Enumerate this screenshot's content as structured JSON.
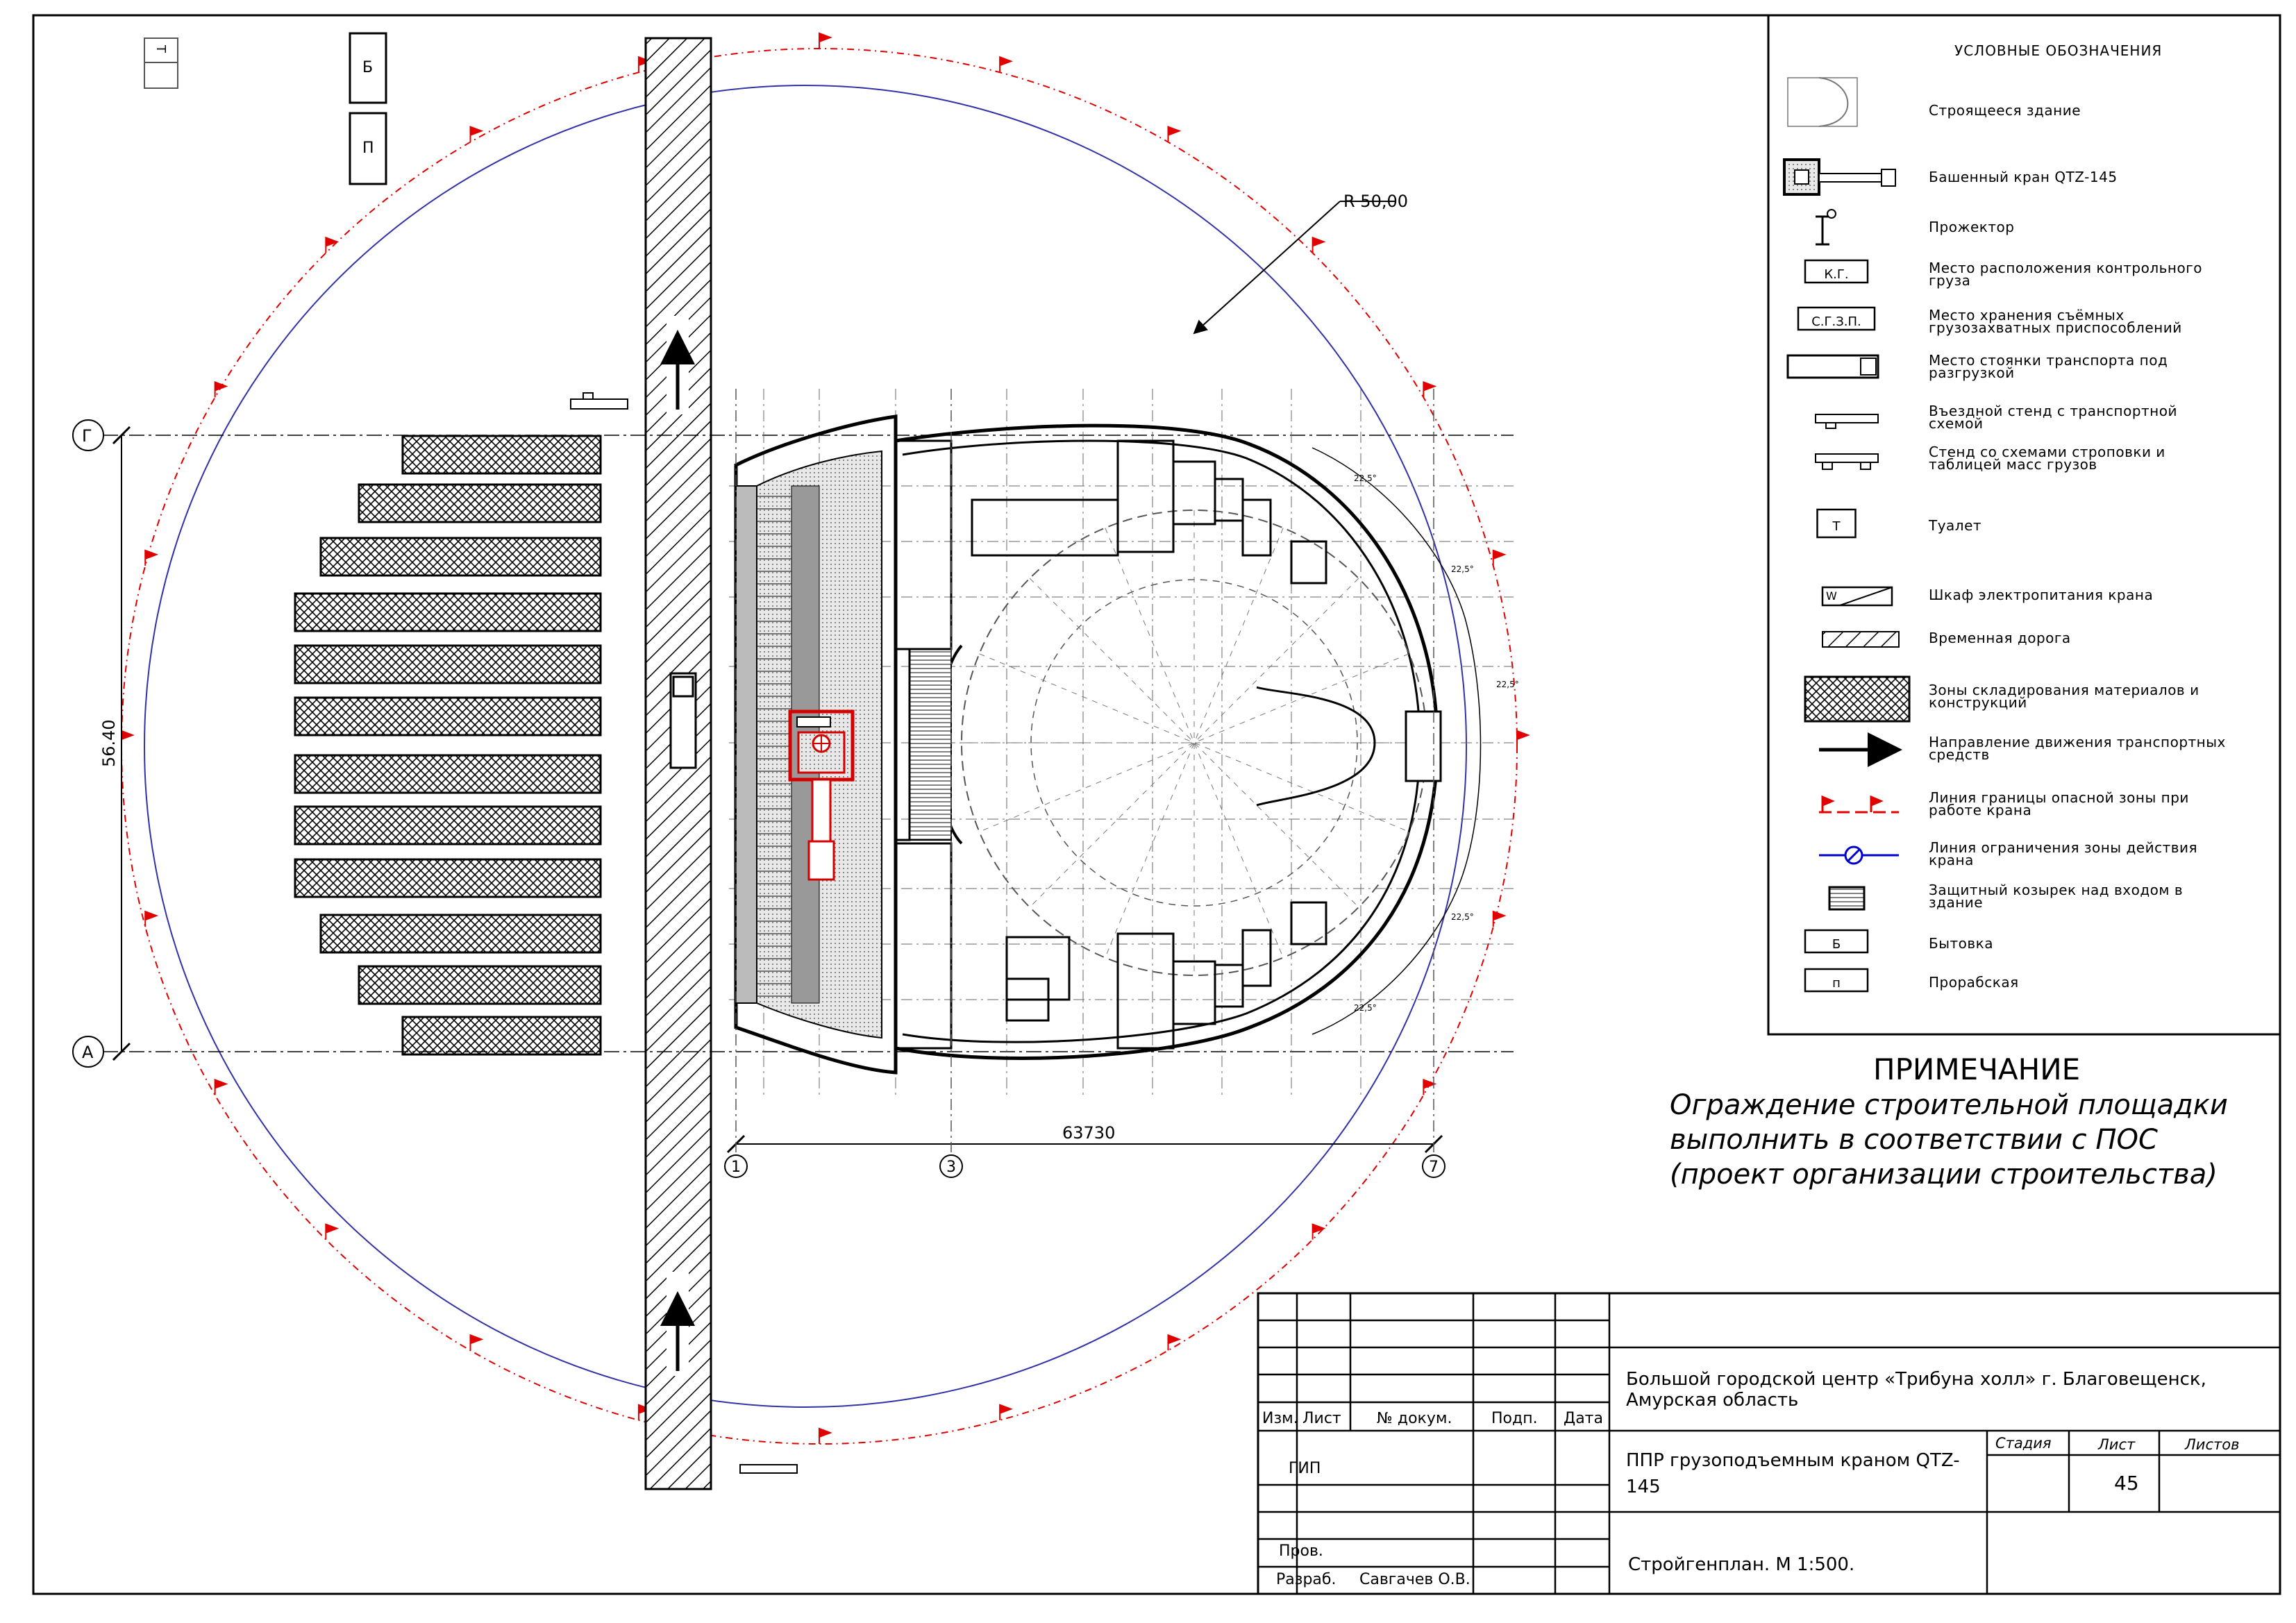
{
  "legend": {
    "title": "УСЛОВНЫЕ ОБОЗНАЧЕНИЯ",
    "items": [
      {
        "icon": "building-icon",
        "label": "Строящееся здание"
      },
      {
        "icon": "tower-crane-icon",
        "label": "Башенный кран QTZ-145"
      },
      {
        "icon": "floodlight-icon",
        "label": "Прожектор"
      },
      {
        "icon": "control-load-icon",
        "tag": "К.Г.",
        "label": "Место расположения контрольного груза"
      },
      {
        "icon": "removable-devices-icon",
        "tag": "С.Г.З.П.",
        "label": "Место хранения съёмных грузозахватных приспособлений"
      },
      {
        "icon": "truck-icon",
        "label": "Место стоянки транспорта под разгрузкой"
      },
      {
        "icon": "entry-stand-icon",
        "label": "Въездной стенд с транспортной схемой"
      },
      {
        "icon": "rigging-stand-icon",
        "label": "Стенд со схемами строповки и таблицей масс грузов"
      },
      {
        "icon": "toilet-icon",
        "tag": "Т",
        "label": "Туалет"
      },
      {
        "icon": "power-cabinet-icon",
        "tag": "W",
        "label": "Шкаф электропитания крана"
      },
      {
        "icon": "temporary-road-icon",
        "label": "Временная дорога"
      },
      {
        "icon": "storage-zone-icon",
        "label": "Зоны складирования материалов и конструкций"
      },
      {
        "icon": "traffic-arrow-icon",
        "label": "Направление движения транспортных средств"
      },
      {
        "icon": "danger-line-icon",
        "label": "Линия границы опасной зоны при работе крана"
      },
      {
        "icon": "limit-line-icon",
        "label": "Линия ограничения зоны действия крана"
      },
      {
        "icon": "canopy-icon",
        "label": "Защитный козырек над входом в здание"
      },
      {
        "icon": "cabin-icon",
        "tag": "Б",
        "label": "Бытовка"
      },
      {
        "icon": "foreman-icon",
        "tag": "п",
        "label": "Прорабская"
      }
    ]
  },
  "note": {
    "title": "ПРИМЕЧАНИЕ",
    "lines": [
      "Ограждение строительной площадки",
      "выполнить в соответствии с ПОС",
      "(проект организации строительства)"
    ]
  },
  "plan": {
    "radius_label": "R 50,00",
    "dim_vertical": "56.40",
    "dim_horizontal": "63730",
    "axis_g": "Г",
    "axis_a": "А",
    "axis_1": "1",
    "axis_3": "3",
    "axis_7": "7",
    "cabin_b": "Б",
    "cabin_p": "П",
    "toilet_t": "Т",
    "angle_label": "22,5°",
    "colors": {
      "danger": "#e00000",
      "limit": "#3232a8",
      "crane": "#d40000"
    }
  },
  "title_block": {
    "headers": [
      "Изм.",
      "Лист",
      "№ докум.",
      "Подп.",
      "Дата"
    ],
    "gip": "ГИП",
    "prov": "Пров.",
    "razrab": "Разраб.",
    "author": "Савгачев О.В.",
    "project": "Большой городской центр «Трибуна холл» г. Благовещенск, Амурская область",
    "project_line1": "Большой городской центр «Трибуна холл» г. Благовещенск,",
    "project_line2": "Амурская область",
    "work_line1": "ППР грузоподъемным краном QTZ-",
    "work_line2": "145",
    "stage_label": "Стадия",
    "sheet_label": "Лист",
    "sheets_label": "Листов",
    "sheet_number": "45",
    "drawing_title": "Стройгенплан. М 1:500."
  }
}
